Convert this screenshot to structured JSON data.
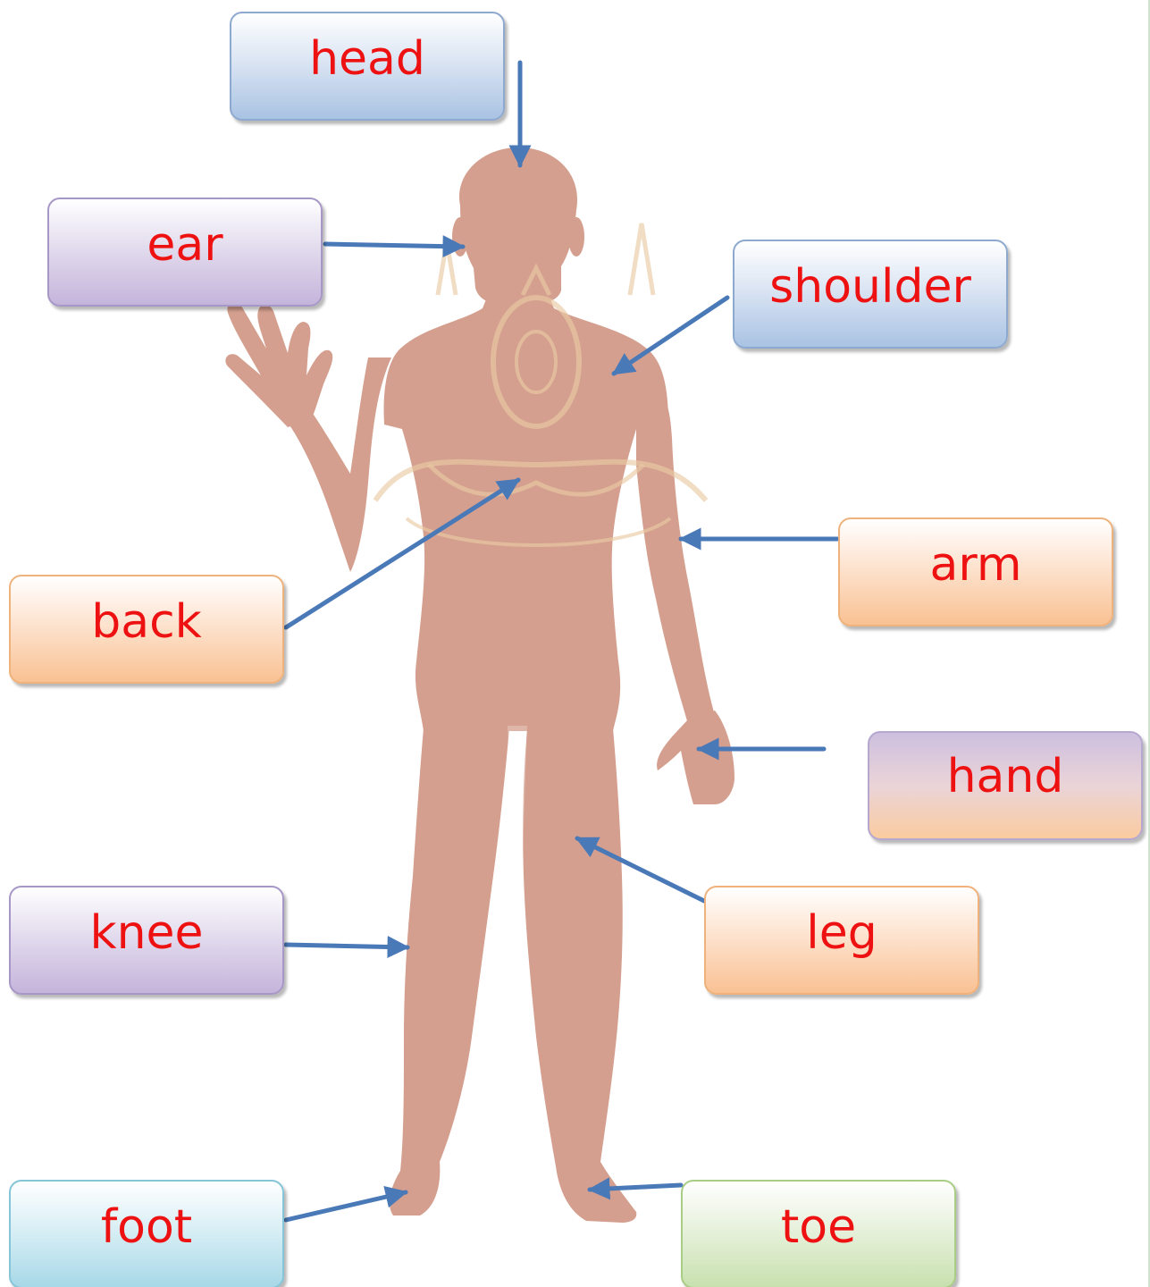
{
  "labels": {
    "head": "head",
    "ear": "ear",
    "shoulder": "shoulder",
    "arm": "arm",
    "back": "back",
    "hand": "hand",
    "knee": "knee",
    "leg": "leg",
    "foot": "foot",
    "toe": "toe"
  },
  "colors": {
    "label_text": "#ee1111",
    "body_fill": "#d49f8e",
    "arrow": "#4a79b8",
    "watermark": "#e9c9a4"
  },
  "images": {
    "body": "human-body-silhouette",
    "watermark": "university-emblem-watermark"
  }
}
